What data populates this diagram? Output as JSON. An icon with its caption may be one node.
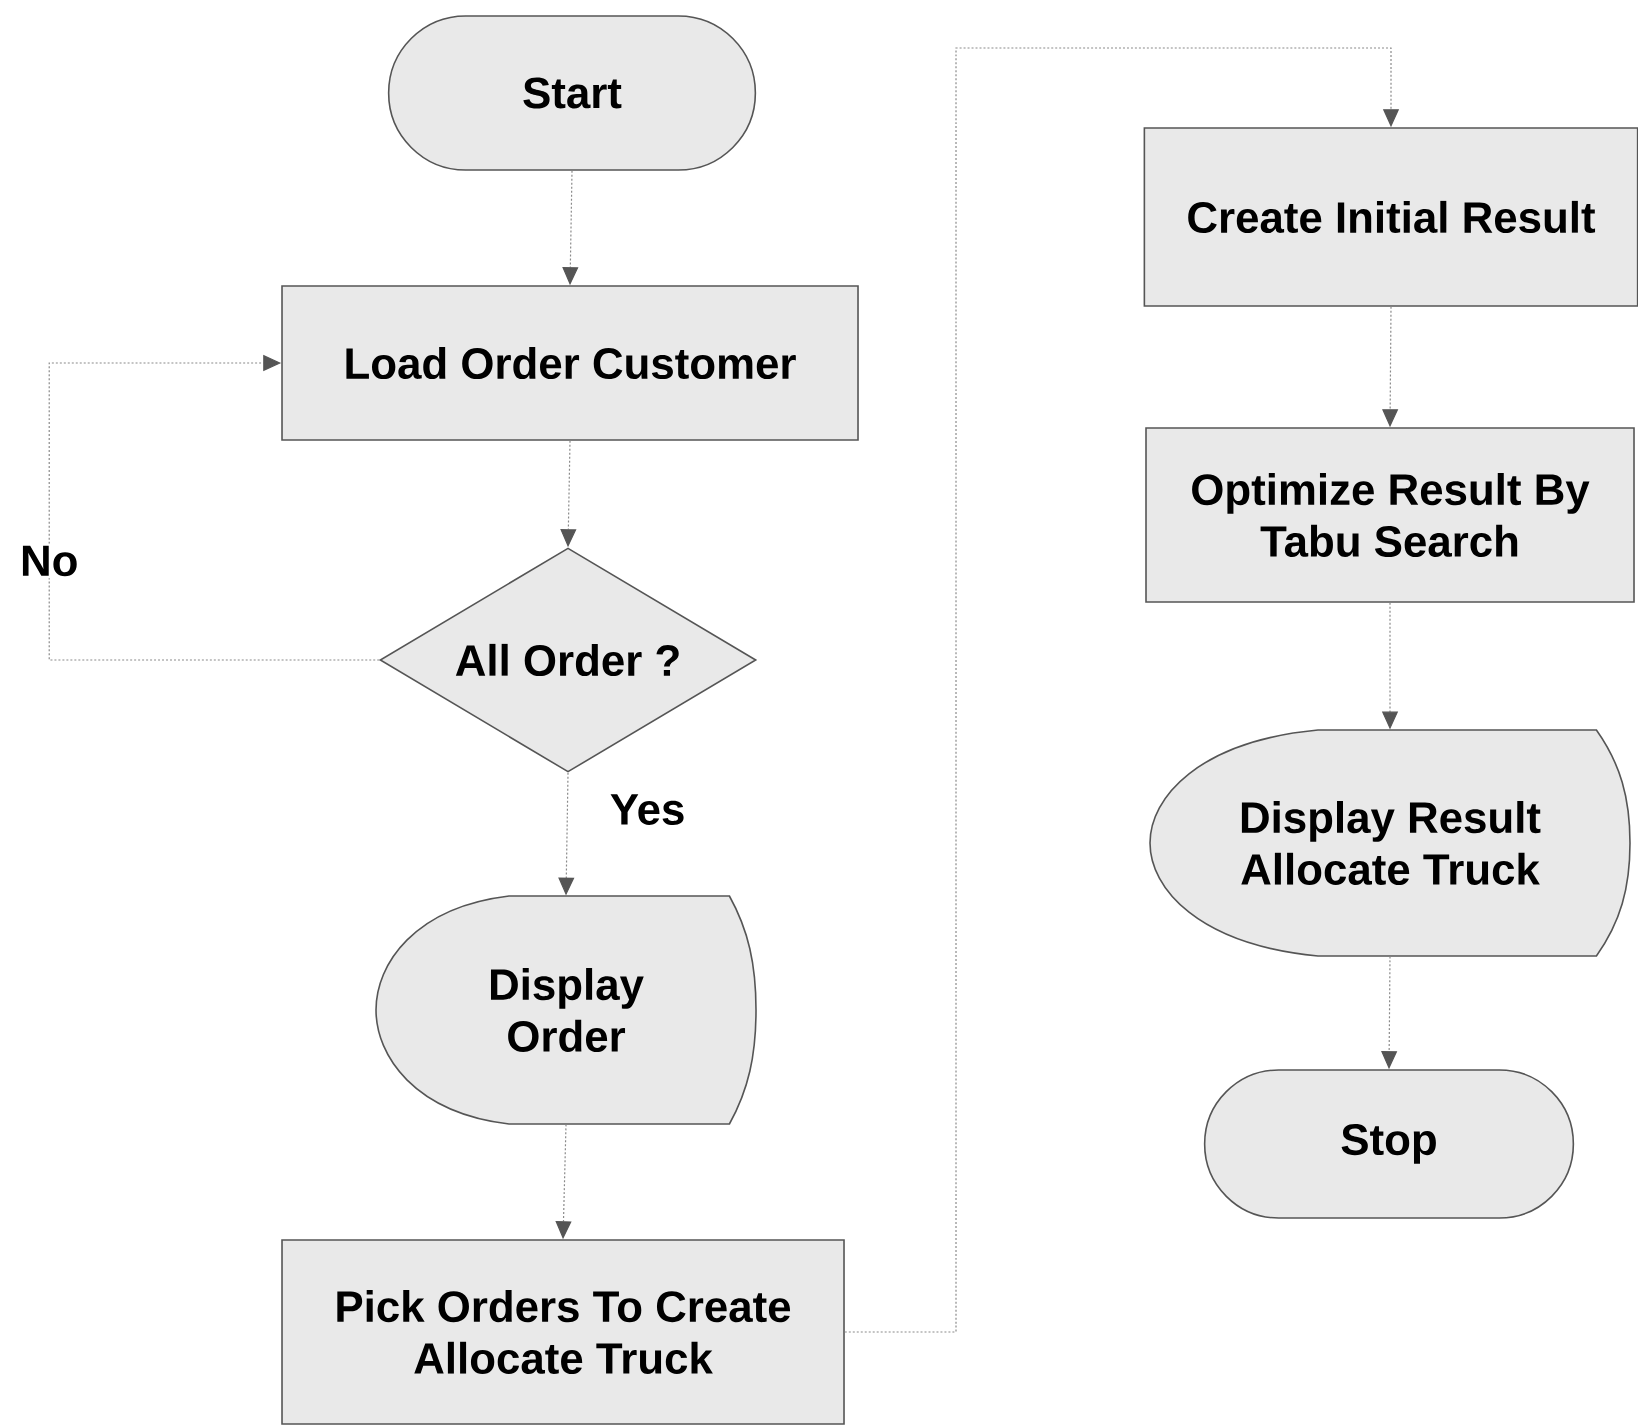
{
  "diagram": {
    "nodes": [
      {
        "text": [
          "Start"
        ]
      },
      {
        "text": [
          "Load Order Customer"
        ]
      },
      {
        "text": [
          "All Order ?"
        ]
      },
      {
        "text": [
          "Display Order"
        ]
      },
      {
        "text": [
          "Pick Orders To Create Allocate Truck"
        ]
      },
      {
        "text": [
          "Create Initial Result"
        ]
      },
      {
        "text": [
          "Optimize Result By Tabu Search"
        ]
      },
      {
        "text": [
          "Display Result Allocate Truck"
        ]
      },
      {
        "text": [
          "Stop"
        ]
      }
    ],
    "edges": [
      {
        "from": 0,
        "to": 1,
        "arrow": "to"
      },
      {
        "from": 1,
        "to": 2,
        "arrow": "to"
      },
      {
        "from": 2,
        "to": 1,
        "arrow": "to",
        "label": "No"
      },
      {
        "from": 2,
        "to": 3,
        "arrow": "to",
        "label": "Yes"
      },
      {
        "from": 3,
        "to": 4,
        "arrow": "to"
      },
      {
        "from": 4,
        "to": 5,
        "arrow": "to"
      },
      {
        "from": 5,
        "to": 6,
        "arrow": "to"
      },
      {
        "from": 6,
        "to": 7,
        "arrow": "to"
      },
      {
        "from": 7,
        "to": 8,
        "arrow": "to"
      }
    ]
  }
}
